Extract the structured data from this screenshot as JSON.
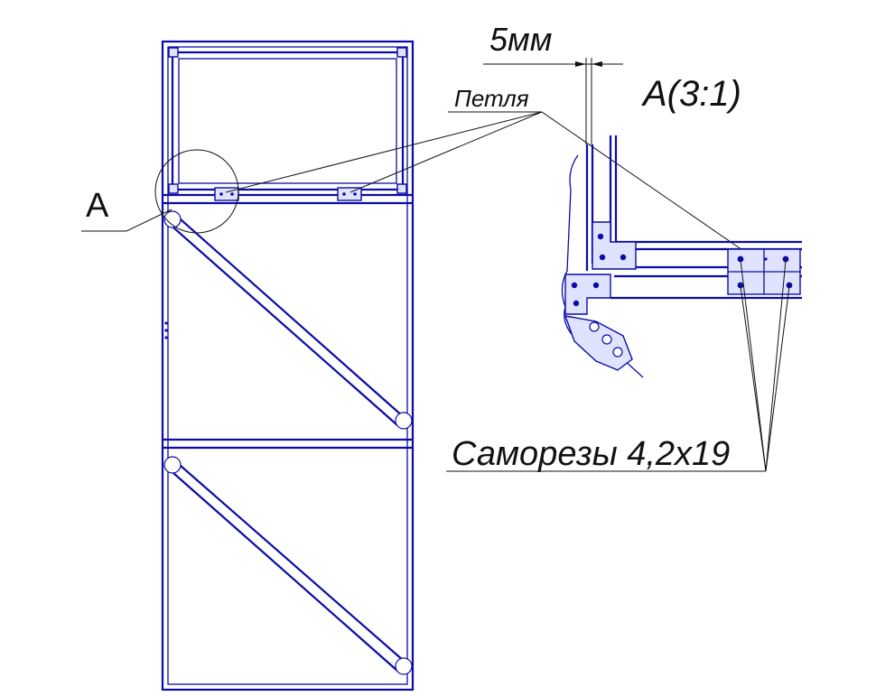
{
  "labels": {
    "view_letter": "A",
    "dimension": "5мм",
    "detail_title": "A(3:1)",
    "hinge": "Петля",
    "screws": "Саморезы 4,2х19"
  },
  "colors": {
    "frame": "#0b0ba8",
    "leader": "#111111",
    "background": "#ffffff"
  }
}
